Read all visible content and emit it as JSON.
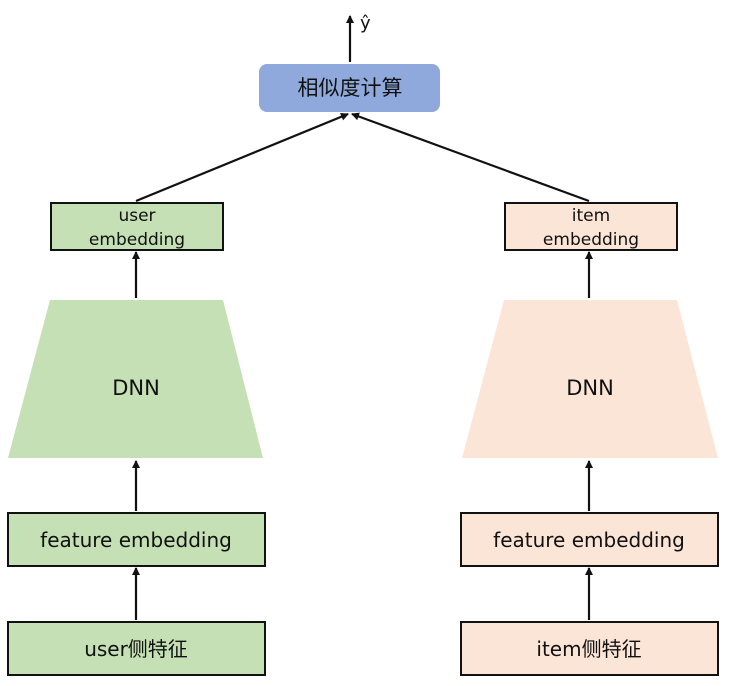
{
  "output_label": "ŷ",
  "top": {
    "label": "相似度计算"
  },
  "user_tower": {
    "embedding_line1": "user",
    "embedding_line2": "embedding",
    "dnn_label": "DNN",
    "feature_embedding_label": "feature embedding",
    "input_label": "user侧特征"
  },
  "item_tower": {
    "embedding_line1": "item",
    "embedding_line2": "embedding",
    "dnn_label": "DNN",
    "feature_embedding_label": "feature embedding",
    "input_label": "item侧特征"
  },
  "colors": {
    "top_fill": "#8fa9dc",
    "user_fill": "#c5e0b4",
    "item_fill": "#fbe5d6",
    "stroke": "#111111"
  }
}
